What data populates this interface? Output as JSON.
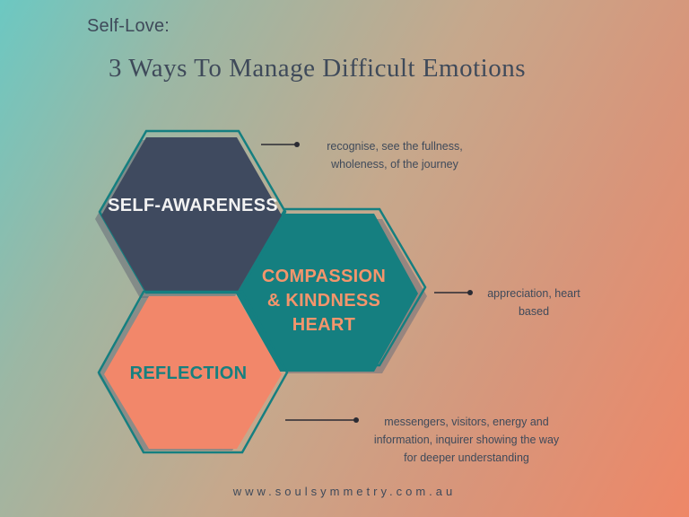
{
  "header": {
    "pretitle": "Self-Love:",
    "title": "3 Ways To Manage Difficult Emotions"
  },
  "hexagons": [
    {
      "label": "SELF-AWARENESS",
      "fill": "#3f4a5f",
      "text_color": "#f2f2f2"
    },
    {
      "label_lines": [
        "COMPASSION",
        "& KINDNESS",
        "HEART"
      ],
      "fill": "#157f80",
      "text_color": "#f4956c"
    },
    {
      "label": "REFLECTION",
      "fill": "#f2876a",
      "text_color": "#17807f"
    }
  ],
  "notes": [
    {
      "lines": [
        "recognise, see the fullness,",
        "wholeness, of the journey"
      ]
    },
    {
      "lines": [
        "appreciation, heart",
        "based"
      ]
    },
    {
      "lines": [
        "messengers, visitors, energy and",
        "information, inquirer showing the way",
        "for deeper understanding"
      ]
    }
  ],
  "colors": {
    "outline": "#157f80",
    "shadow": "#6b6f7a",
    "text_dark": "#3f4a5a",
    "connector": "#2b2b33"
  },
  "footer": {
    "url": "www.soulsymmetry.com.au"
  }
}
